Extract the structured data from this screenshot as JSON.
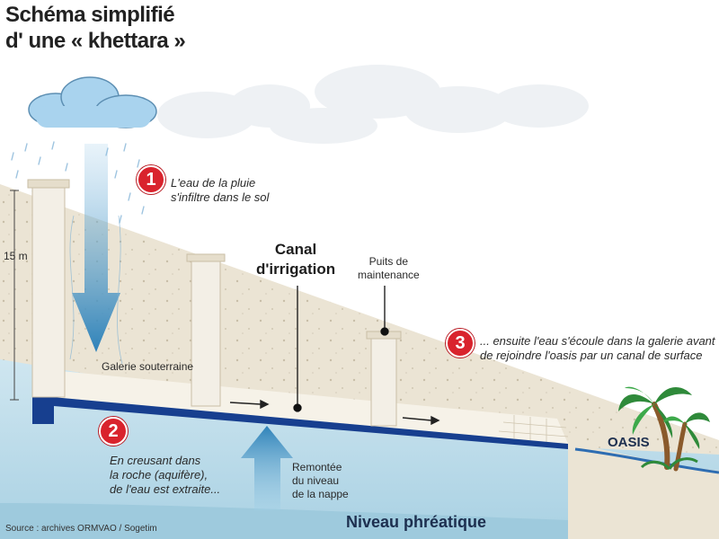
{
  "title_line1": "Schéma simplifié",
  "title_line2": "d' une « khettara »",
  "steps": [
    {
      "number": "1",
      "line1": "L'eau de la pluie",
      "line2": "s'infiltre dans le sol"
    },
    {
      "number": "2",
      "line1": "En creusant dans",
      "line2": "la roche (aquifère),",
      "line3": "de l'eau est extraite..."
    },
    {
      "number": "3",
      "line1": "... ensuite l'eau s'écoule dans la galerie avant",
      "line2": "de rejoindre l'oasis par un canal de surface"
    }
  ],
  "labels": {
    "canal_line1": "Canal",
    "canal_line2": "d'irrigation",
    "puits_line1": "Puits de",
    "puits_line2": "maintenance",
    "galerie": "Galerie souterraine",
    "depth": "15 m",
    "remontee_line1": "Remontée",
    "remontee_line2": "du niveau",
    "remontee_line3": "de la nappe",
    "oasis": "OASIS",
    "niveau": "Niveau phréatique"
  },
  "source": "Source : archives ORMVAO / Sogetim",
  "colors": {
    "ground": "#ebe4d4",
    "shaft": "#f3efe6",
    "aquifer": "#b9dcea",
    "water_channel": "#173f8f",
    "arrow": "#2e82b9",
    "badge": "#d9232d",
    "palm": "#2f8a3a"
  }
}
